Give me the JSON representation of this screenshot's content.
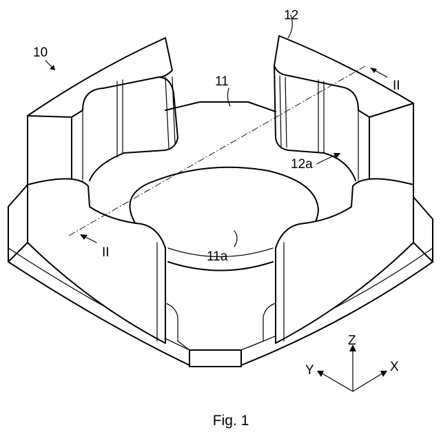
{
  "figure": {
    "caption": "Fig. 1",
    "labels": {
      "assembly": "10",
      "base": "11",
      "base_hole": "11a",
      "wall": "12",
      "wall_face": "12a",
      "section_right": "II",
      "section_left": "II"
    },
    "axes": {
      "x": "X",
      "y": "Y",
      "z": "Z"
    },
    "line_color": "#000000",
    "background_color": "#ffffff"
  }
}
